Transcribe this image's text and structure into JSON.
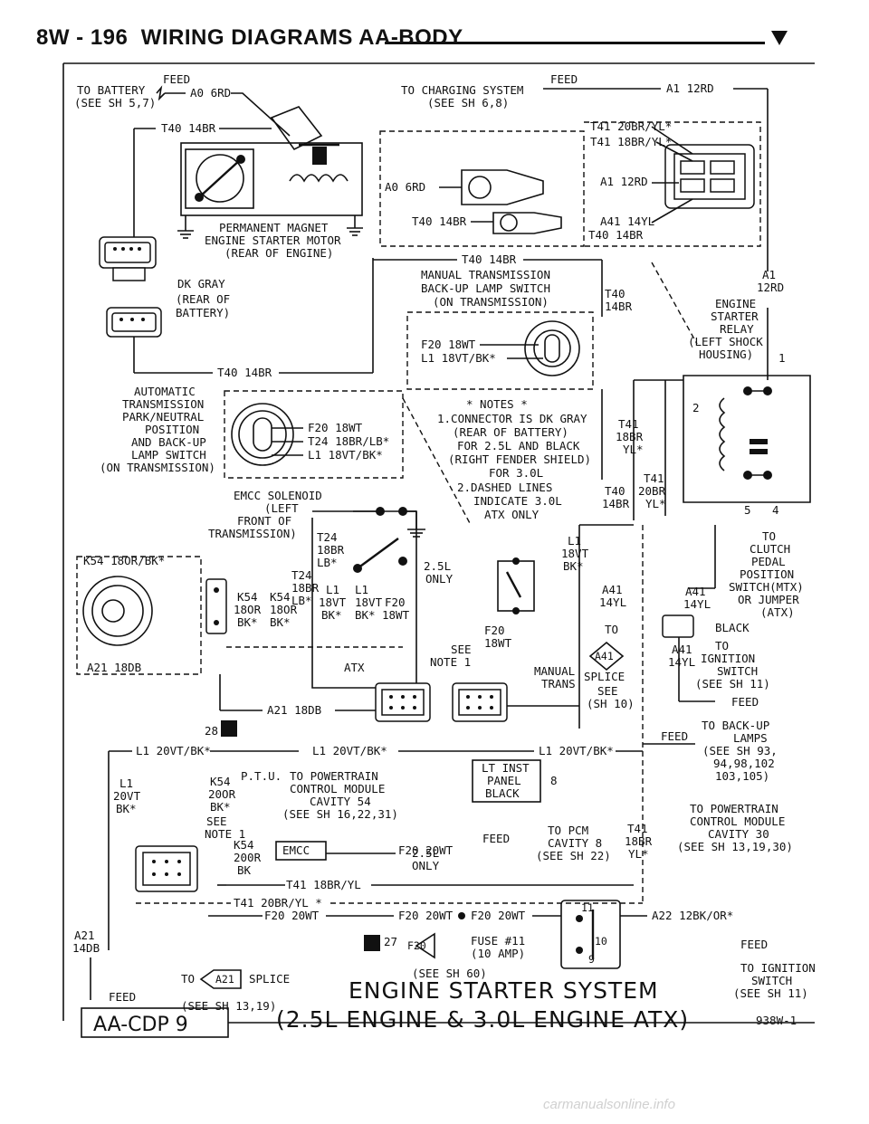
{
  "header": {
    "page_label": "8W - 196",
    "section_title": "WIRING DIAGRAMS AA-BODY"
  },
  "footer": {
    "title_line1": "ENGINE STARTER SYSTEM",
    "title_line2": "(2.5L ENGINE & 3.0L ENGINE ATX)",
    "figure_code": "938W-1",
    "model_tag": "AA-CDP 9",
    "watermark": "carmanualsonline.info"
  },
  "labels": {
    "to_battery": "TO BATTERY",
    "see_sh_5_7": "(SEE SH 5,7)",
    "feed": "FEED",
    "a0_6rd": "A0 6RD",
    "to_charging": "TO CHARGING SYSTEM",
    "see_sh_6_8": "(SEE SH 6,8)",
    "a1_12rd": "A1 12RD",
    "t40_14br": "T40 14BR",
    "t41_20br_yl": "T41 20BR/YL*",
    "t41_18br_yl": "T41 18BR/YL*",
    "a41_14yl": "A41 14YL",
    "motor_line1": "PERMANENT MAGNET",
    "motor_line2": "ENGINE STARTER MOTOR",
    "motor_line3": "(REAR OF ENGINE)",
    "dk_gray": "DK GRAY",
    "rear_of": "(REAR OF",
    "battery": "BATTERY)",
    "mtx_line1": "MANUAL TRANSMISSION",
    "mtx_line2": "BACK-UP LAMP SWITCH",
    "mtx_line3": "(ON TRANSMISSION)",
    "t40": "T40",
    "fourteen_br": "14BR",
    "a1": "A1",
    "twelve_rd": "12RD",
    "engine": "ENGINE",
    "starter": "STARTER",
    "relay": "RELAY",
    "left_shock": "(LEFT SHOCK",
    "housing": "HOUSING)",
    "f20_18wt": "F20 18WT",
    "l1_18vt_bk": "L1 18VT/BK*",
    "auto_line1": "AUTOMATIC",
    "auto_line2": "TRANSMISSION",
    "auto_line3": "PARK/NEUTRAL",
    "auto_line4": "POSITION",
    "auto_line5": "AND BACK-UP",
    "auto_line6": "LAMP SWITCH",
    "auto_line7": "(ON TRANSMISSION)",
    "t24_18br_lb": "T24 18BR/LB*",
    "notes_title": "* NOTES *",
    "note1_l1": "1.CONNECTOR IS DK GRAY",
    "note1_l2": "(REAR OF BATTERY)",
    "note1_l3": "FOR 2.5L AND BLACK",
    "note1_l4": "(RIGHT FENDER SHIELD)",
    "note1_l5": "FOR 3.0L",
    "note2_l1": "2.DASHED LINES",
    "note2_l2": "INDICATE 3.0L",
    "note2_l3": "ATX ONLY",
    "t41": "T41",
    "eighteen_br": "18BR",
    "yl_star": "YL*",
    "twenty_br": "20BR",
    "emcc_line1": "EMCC SOLENOID",
    "emcc_line2": "(LEFT",
    "emcc_line3": "FRONT OF",
    "emcc_line4": "TRANSMISSION)",
    "t24": "T24",
    "lb_star": "LB*",
    "k54_18or_bk": "K54 18OR/BK*",
    "k54": "K54",
    "eighteen_or": "18OR",
    "bk_star": "BK*",
    "l1": "L1",
    "eighteen_vt": "18VT",
    "f20": "F20",
    "eighteen_wt": "18WT",
    "two_5l": "2.5L",
    "only": "ONLY",
    "atx": "ATX",
    "see": "SEE",
    "note_1": "NOTE 1",
    "manual": "MANUAL",
    "trans": "TRANS",
    "a21_18db": "A21 18DB",
    "a41": "A41",
    "fourteen_yl": "14YL",
    "to": "TO",
    "a41_badge": "A41",
    "splice": "SPLICE",
    "see_sh_10": "(SH 10)",
    "to_clutch_l1": "TO",
    "to_clutch_l2": "CLUTCH",
    "to_clutch_l3": "PEDAL",
    "to_clutch_l4": "POSITION",
    "to_clutch_l5": "SWITCH(MTX)",
    "to_clutch_l6": "OR JUMPER",
    "to_clutch_l7": "(ATX)",
    "black": "BLACK",
    "ign_l1": "TO",
    "ign_l2": "IGNITION",
    "ign_l3": "SWITCH",
    "ign_l4": "(SEE SH 11)",
    "num_28": "28",
    "num_27": "27",
    "num_8": "8",
    "num_2": "2",
    "num_5": "5",
    "num_4": "4",
    "num_1": "1",
    "l1_20vt_bk": "L1 20VT/BK*",
    "twenty_vt": "20VT",
    "k54_pcm": "K54",
    "p_t_u": "P.T.U.",
    "twenty_or": "20OR",
    "ptm_l1": "TO POWERTRAIN",
    "ptm_l2": "CONTROL MODULE",
    "ptm_l3": "CAVITY 54",
    "ptm_l4": "(SEE SH 16,22,31)",
    "lt_inst_l1": "LT INST",
    "lt_inst_l2": "PANEL",
    "lt_inst_l3": "BLACK",
    "backup_l1": "TO BACK-UP",
    "backup_l2": "LAMPS",
    "backup_l3": "(SEE SH 93,",
    "backup_l4": "94,98,102",
    "backup_l5": "103,105)",
    "pcm30_l1": "TO POWERTRAIN",
    "pcm30_l2": "CONTROL MODULE",
    "pcm30_l3": "CAVITY 30",
    "pcm30_l4": "(SEE SH 13,19,30)",
    "to_pcm_l1": "TO PCM",
    "to_pcm_l2": "CAVITY 8",
    "to_pcm_l3": "(SEE SH 22)",
    "f20_20wt": "F20 20WT",
    "emcc": "EMCC",
    "k54_200r": "200R",
    "bk": "BK",
    "t41_18br_yl_b": "T41 18BR/YL",
    "t41_20br_yl_b": "T41 20BR/YL *",
    "a21": "A21",
    "fourteen_db": "14DB",
    "a21_badge": "A21",
    "a21_splice": "SPLICE",
    "see_sh_13_19": "(SEE SH 13,19)",
    "fuse_l1": "FUSE #11",
    "fuse_l2": "(10 AMP)",
    "see_sh_60": "(SEE SH 60)",
    "f20_badge": "F20",
    "a22": "A22 12BK/OR*",
    "ign2_l1": "TO IGNITION",
    "ign2_l2": "SWITCH",
    "ign2_l3": "(SEE SH 11)",
    "cav_11": "11",
    "cav_10": "10",
    "cav_9": "9"
  }
}
